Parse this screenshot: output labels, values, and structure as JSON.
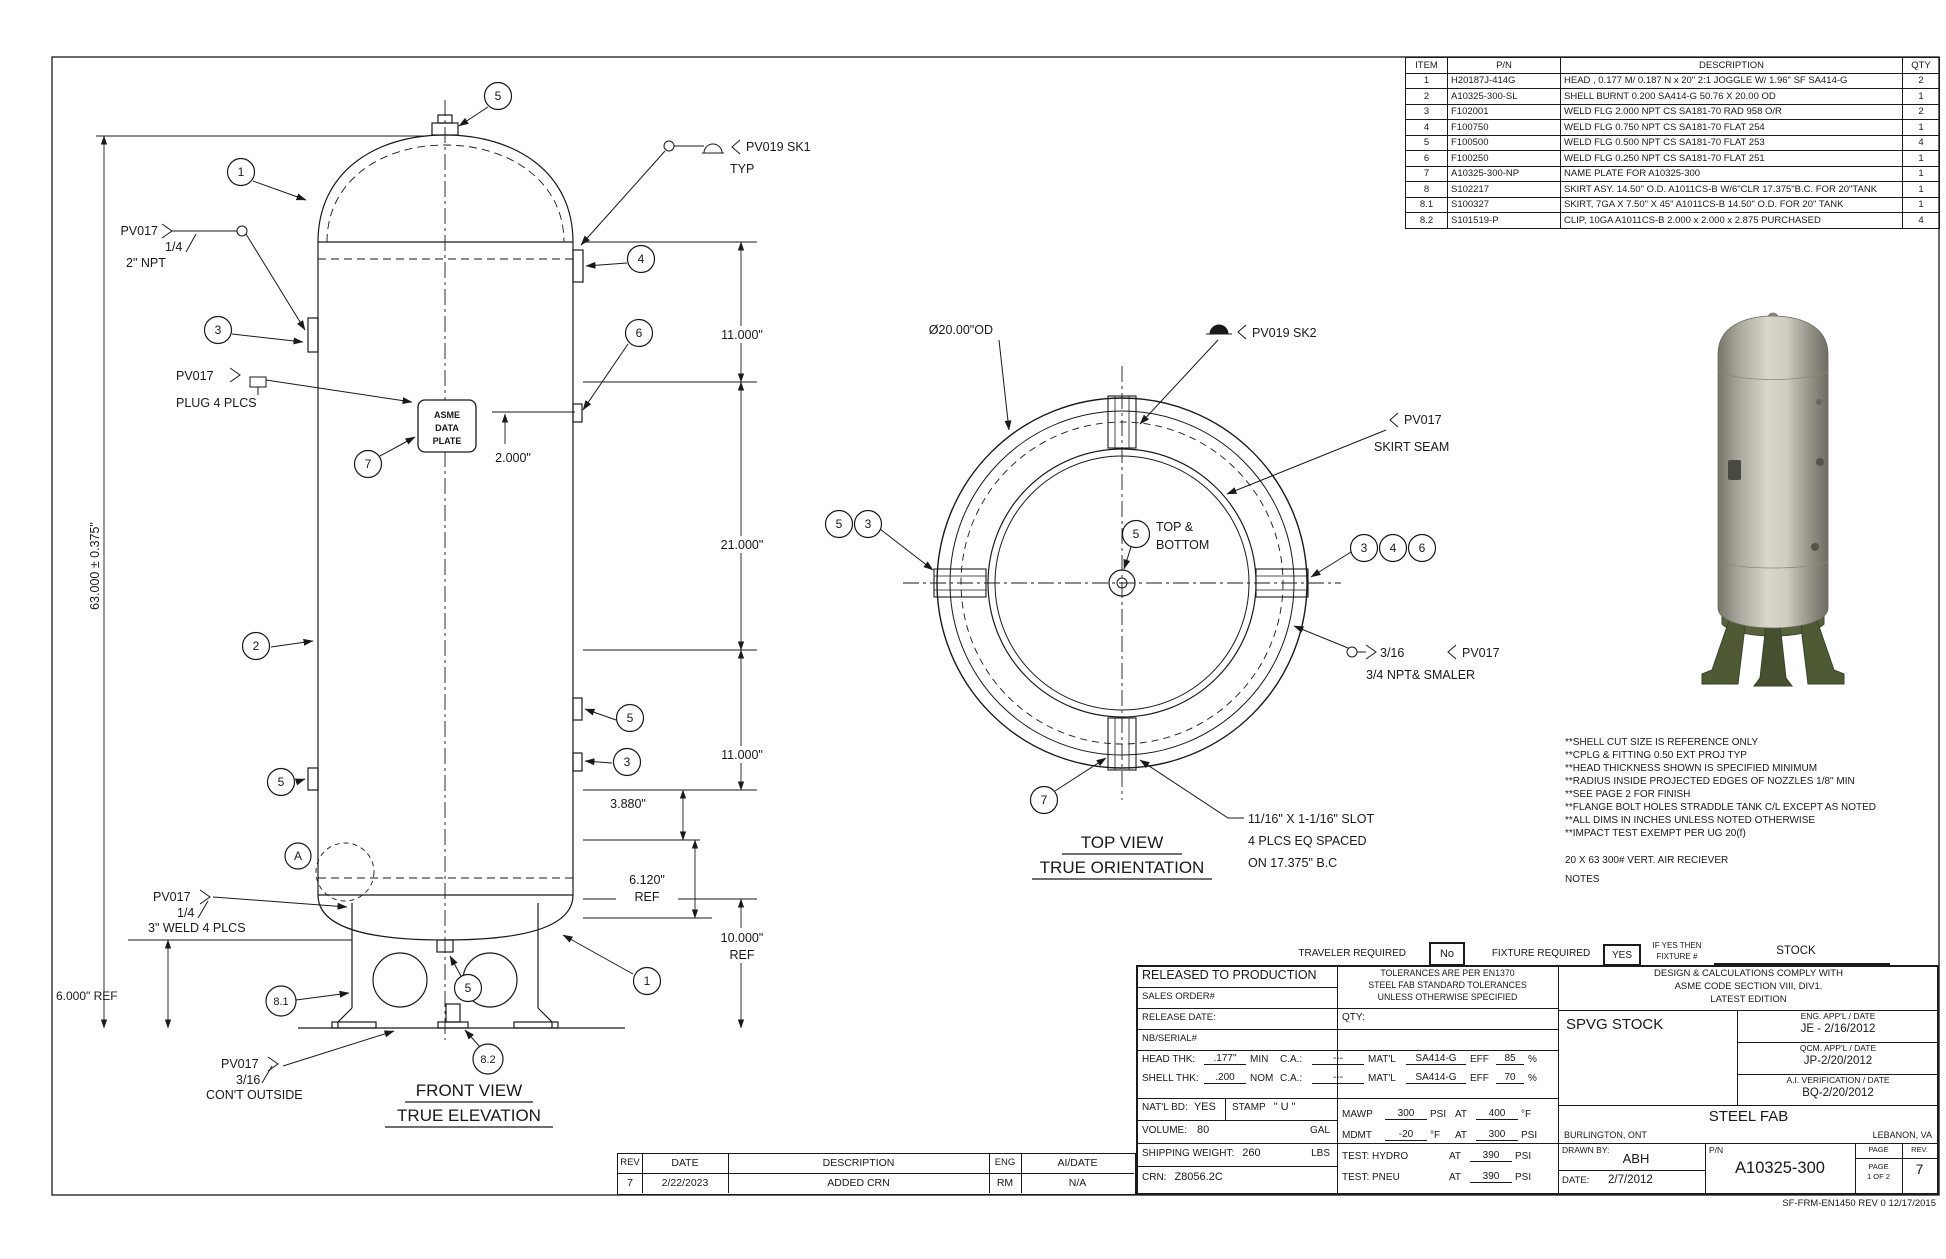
{
  "parts_table": {
    "headers": {
      "item": "ITEM",
      "pn": "P/N",
      "desc": "DESCRIPTION",
      "qty": "QTY"
    },
    "rows": [
      {
        "item": "1",
        "pn": "H20187J-414G",
        "desc": "HEAD , 0.177 M/ 0.187 N x 20\" 2:1 JOGGLE W/ 1.96\" SF SA414-G",
        "qty": "2"
      },
      {
        "item": "2",
        "pn": "A10325-300-SL",
        "desc": "SHELL BURNT 0.200 SA414-G 50.76 X 20.00 OD",
        "qty": "1"
      },
      {
        "item": "3",
        "pn": "F102001",
        "desc": "WELD FLG 2.000 NPT CS SA181-70 RAD 958 O/R",
        "qty": "2"
      },
      {
        "item": "4",
        "pn": "F100750",
        "desc": "WELD FLG 0.750 NPT CS SA181-70 FLAT 254",
        "qty": "1"
      },
      {
        "item": "5",
        "pn": "F100500",
        "desc": "WELD FLG 0.500 NPT CS SA181-70 FLAT 253",
        "qty": "4"
      },
      {
        "item": "6",
        "pn": "F100250",
        "desc": "WELD FLG 0.250 NPT CS SA181-70 FLAT 251",
        "qty": "1"
      },
      {
        "item": "7",
        "pn": "A10325-300-NP",
        "desc": "NAME PLATE FOR A10325-300",
        "qty": "1"
      },
      {
        "item": "8",
        "pn": "S102217",
        "desc": "SKIRT ASY. 14.50\" O.D. A1011CS-B W/6\"CLR 17.375\"B.C. FOR 20\"TANK",
        "qty": "1"
      },
      {
        "item": "8.1",
        "pn": "S100327",
        "desc": "SKIRT, 7GA X 7.50\" X 45\" A1011CS-B 14.50\" O.D. FOR 20\" TANK",
        "qty": "1"
      },
      {
        "item": "8.2",
        "pn": "S101519-P",
        "desc": "CLIP, 10GA A1011CS-B 2.000 x 2.000 x 2.875 PURCHASED",
        "qty": "4"
      }
    ]
  },
  "notes": {
    "lines": [
      "**SHELL CUT SIZE IS REFERENCE ONLY",
      "**CPLG & FITTING 0.50 EXT PROJ TYP",
      "**HEAD THICKNESS SHOWN IS SPECIFIED MINIMUM",
      "**RADIUS INSIDE PROJECTED EDGES OF NOZZLES 1/8\" MIN",
      "**SEE PAGE 2 FOR FINISH",
      "**FLANGE BOLT HOLES STRADDLE TANK C/L EXCEPT AS NOTED",
      "**ALL DIMS IN INCHES UNLESS NOTED OTHERWISE",
      "**IMPACT TEST EXEMPT PER UG 20(f)"
    ],
    "summary": "20 X 63 300# VERT. AIR RECIEVER",
    "label": "NOTES"
  },
  "front_view": {
    "title1": "FRONT VIEW",
    "title2": "TRUE ELEVATION",
    "pv017": "PV017",
    "quarter": "1/4",
    "npt2": "2\" NPT",
    "plug": "PLUG 4 PLCS",
    "weld3": "3\" WELD 4 PLCS",
    "c316": "3/16",
    "cont": "CON'T OUTSIDE",
    "sk1": "PV019 SK1",
    "typ": "TYP",
    "asme1": "ASME",
    "asme2": "DATA",
    "asme3": "PLATE",
    "dim63": "63.000 ± 0.375\"",
    "dim6ref": "6.000\" REF",
    "d11": "11.000\"",
    "d2": "2.000\"",
    "d21": "21.000\"",
    "d3880": "3.880\"",
    "d6120": "6.120\"",
    "d10": "10.000\"",
    "ref": "REF",
    "balloons": {
      "b1": "1",
      "b2": "2",
      "b3": "3",
      "b4": "4",
      "b5": "5",
      "b6": "6",
      "b7": "7",
      "b81": "8.1",
      "b82": "8.2",
      "bA": "A"
    }
  },
  "top_view": {
    "title1": "TOP VIEW",
    "title2": "TRUE ORIENTATION",
    "od": "Ø20.00\"OD",
    "sk2": "PV019 SK2",
    "pv017": "PV017",
    "skirt_seam": "SKIRT SEAM",
    "top_amp": "TOP &",
    "bottom": "BOTTOM",
    "c316": "3/16",
    "npt34": "3/4 NPT& SMALER",
    "slot1": "11/16\" X 1-1/16\" SLOT",
    "slot2": "4 PLCS EQ SPACED",
    "slot3": "ON 17.375\" B.C",
    "balloons": {
      "b3": "3",
      "b4": "4",
      "b5": "5",
      "b6": "6",
      "b7": "7"
    }
  },
  "title_block": {
    "traveler_label": "TRAVELER REQUIRED",
    "traveler_value": "No",
    "fixture_label": "FIXTURE REQUIRED",
    "fixture_value": "YES",
    "if_yes_1": "IF YES THEN",
    "if_yes_2": "FIXTURE #",
    "fixture_number": "STOCK",
    "released": "RELEASED TO PRODUCTION",
    "sales_order": "SALES ORDER#",
    "release_date": "RELEASE DATE:",
    "nb_serial": "NB/SERIAL#",
    "tol_1": "TOLERANCES ARE PER EN1370",
    "tol_2": "STEEL FAB STANDARD TOLERANCES",
    "tol_3": "UNLESS OTHERWISE SPECIFIED",
    "qty": "QTY:",
    "head_thk_label": "HEAD THK:",
    "head_thk": ".177\"",
    "min": "MIN",
    "ca_label": "C.A.:",
    "ca_value": "---",
    "matl_label": "MAT'L",
    "head_matl": "SA414-G",
    "eff_label": "EFF",
    "head_eff": "85",
    "pct": "%",
    "shell_thk_label": "SHELL THK:",
    "shell_thk": ".200",
    "nom": "NOM",
    "shell_matl": "SA414-G",
    "shell_eff": "70",
    "natl_bd_label": "NAT'L BD:",
    "natl_bd_value": "YES",
    "stamp_label": "STAMP",
    "stamp_value": "\" U \"",
    "volume_label": "VOLUME:",
    "volume_value": "80",
    "volume_unit": "GAL",
    "shipping_label": "SHIPPING WEIGHT:",
    "shipping_value": "260",
    "shipping_unit": "LBS",
    "crn_label": "CRN:",
    "crn_value": "Z8056.2C",
    "mawp_label": "MAWP",
    "mawp_value": "300",
    "mawp_unit": "PSI",
    "at": "AT",
    "mawp_temp": "400",
    "mawp_temp_unit": "°F",
    "mdmt_label": "MDMT",
    "mdmt_value": "-20",
    "mdmt_unit": "°F",
    "mdmt_at_value": "300",
    "mdmt_at_unit": "PSI",
    "hydro_label": "TEST:  HYDRO",
    "hydro_value": "390",
    "hydro_unit": "PSI",
    "pneu_label": "TEST:  PNEU",
    "pneu_value": "390",
    "pneu_unit": "PSI",
    "design_1": "DESIGN & CALCULATIONS COMPLY WITH",
    "design_2": "ASME CODE SECTION VIII, DIV1.",
    "design_3": "LATEST EDITION",
    "product": "SPVG STOCK",
    "eng_appl_label": "ENG. APP'L / DATE",
    "eng_appl": "JE - 2/16/2012",
    "qcm_appl_label": "QCM. APP'L / DATE",
    "qcm_appl": "JP-2/20/2012",
    "ai_verif_label": "A.I. VERIFICATION / DATE",
    "ai_verif": "BQ-2/20/2012",
    "company": "STEEL FAB",
    "loc_left": "BURLINGTON, ONT",
    "loc_right": "LEBANON, VA",
    "drawn_by_label": "DRAWN BY:",
    "drawn_by": "ABH",
    "pn_label": "P/N",
    "pn": "A10325-300",
    "date_label": "DATE:",
    "date": "2/7/2012",
    "page_label": "PAGE",
    "page_1": "PAGE",
    "page_2": "1 OF 2",
    "rev_label": "REV.",
    "rev": "7",
    "form_ref": "SF-FRM-EN1450  REV 0 12/17/2015"
  },
  "rev_table": {
    "h_rev": "REV",
    "h_date": "DATE",
    "h_desc": "DESCRIPTION",
    "h_eng": "ENG",
    "h_ai": "AI/DATE",
    "r_rev": "7",
    "r_date": "2/22/2023",
    "r_desc": "ADDED CRN",
    "r_eng": "RM",
    "r_ai": "N/A"
  }
}
